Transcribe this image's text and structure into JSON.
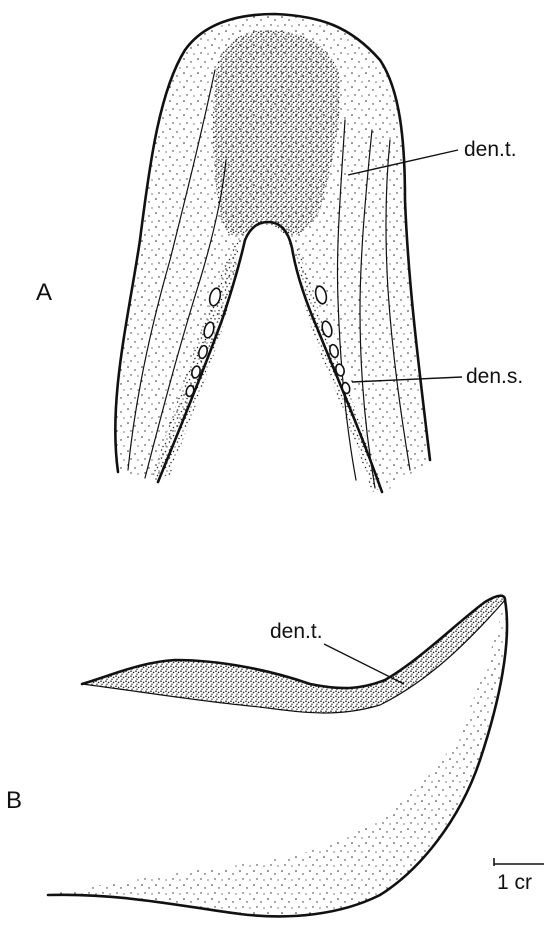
{
  "figure": {
    "panel_a_label": "A",
    "panel_b_label": "B",
    "label_den_t_a": "den.t.",
    "label_den_s": "den.s.",
    "label_den_t_b": "den.t.",
    "scale_label": "1 cr"
  }
}
